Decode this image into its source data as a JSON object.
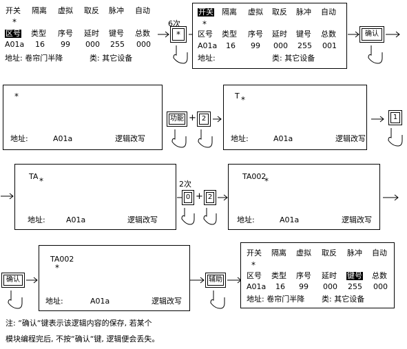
{
  "menu": [
    "开关",
    "隔离",
    "虚拟",
    "取反",
    "脉冲",
    "自动"
  ],
  "fields": [
    "区号",
    "类型",
    "序号",
    "延时",
    "键号",
    "总数"
  ],
  "values1": [
    "A01a",
    "16",
    "99",
    "000",
    "255",
    "000"
  ],
  "values2": [
    "A01a",
    "16",
    "99",
    "000",
    "255",
    "001"
  ],
  "values3": [
    "A01a",
    "16",
    "99",
    "000",
    "255",
    "000"
  ],
  "addr_full": "地址: 卷帘门半降",
  "category": "类: 其它设备",
  "star": "*",
  "addr_short_label": "地址:",
  "addr_value": "A01a",
  "mode": "逻辑改写",
  "entry_t": "T",
  "entry_ta": "TA",
  "entry_ta002": "TA002",
  "times6": "6次",
  "times2": "2次",
  "keys": {
    "star": "*",
    "confirm": "确认",
    "function": "功能",
    "two": "2",
    "one": "1",
    "zero": "0",
    "aux": "辅助"
  },
  "plus": "+",
  "note_line1": "注: “确认“键表示该逻辑内容的保存, 若某个",
  "note_line2": "模块编程完后, 不按“确认“键, 逻辑便会丢失。"
}
